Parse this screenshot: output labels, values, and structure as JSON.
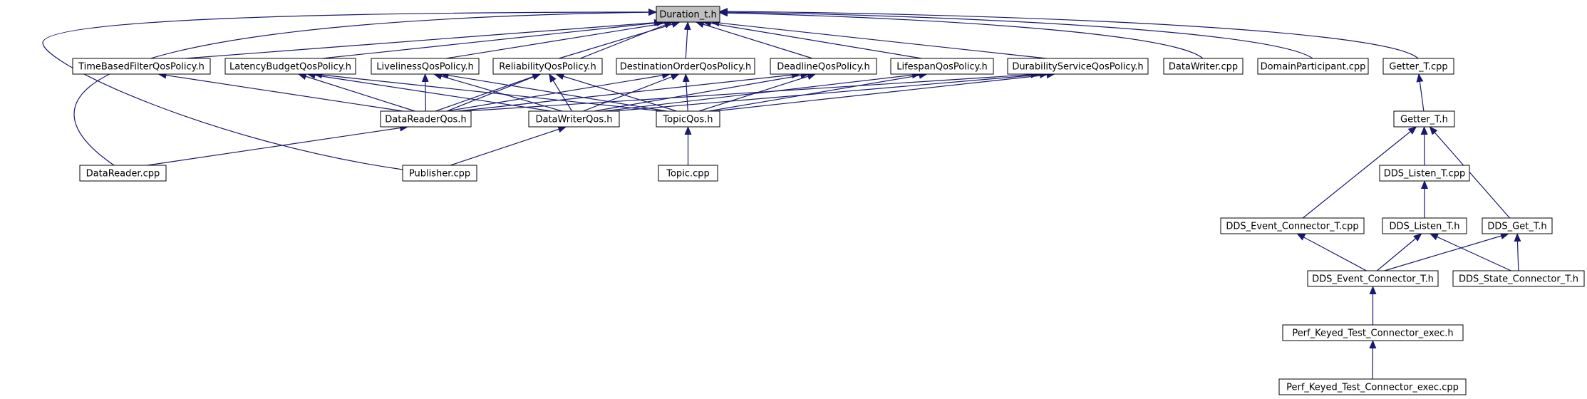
{
  "graph": {
    "title": "Duration_t.h",
    "colors": {
      "edge": "#191970",
      "root_fill": "#bfbfbf",
      "node_fill": "#ffffff",
      "node_border": "#000000"
    },
    "nodes": [
      {
        "id": "duration_t_h",
        "label": "Duration_t.h",
        "root": true
      },
      {
        "id": "time_based_filter",
        "label": "TimeBasedFilterQosPolicy.h"
      },
      {
        "id": "latency_budget",
        "label": "LatencyBudgetQosPolicy.h"
      },
      {
        "id": "liveliness",
        "label": "LivelinessQosPolicy.h"
      },
      {
        "id": "reliability",
        "label": "ReliabilityQosPolicy.h"
      },
      {
        "id": "destination_order",
        "label": "DestinationOrderQosPolicy.h"
      },
      {
        "id": "deadline",
        "label": "DeadlineQosPolicy.h"
      },
      {
        "id": "lifespan",
        "label": "LifespanQosPolicy.h"
      },
      {
        "id": "durability_service",
        "label": "DurabilityServiceQosPolicy.h"
      },
      {
        "id": "data_writer_cpp",
        "label": "DataWriter.cpp"
      },
      {
        "id": "domain_participant_cpp",
        "label": "DomainParticipant.cpp"
      },
      {
        "id": "getter_t_cpp",
        "label": "Getter_T.cpp"
      },
      {
        "id": "data_reader_qos",
        "label": "DataReaderQos.h"
      },
      {
        "id": "data_writer_qos",
        "label": "DataWriterQos.h"
      },
      {
        "id": "topic_qos",
        "label": "TopicQos.h"
      },
      {
        "id": "getter_t_h",
        "label": "Getter_T.h"
      },
      {
        "id": "data_reader_cpp",
        "label": "DataReader.cpp"
      },
      {
        "id": "publisher_cpp",
        "label": "Publisher.cpp"
      },
      {
        "id": "topic_cpp",
        "label": "Topic.cpp"
      },
      {
        "id": "dds_listen_t_cpp",
        "label": "DDS_Listen_T.cpp"
      },
      {
        "id": "dds_event_connector_t_cpp",
        "label": "DDS_Event_Connector_T.cpp"
      },
      {
        "id": "dds_listen_t_h",
        "label": "DDS_Listen_T.h"
      },
      {
        "id": "dds_get_t_h",
        "label": "DDS_Get_T.h"
      },
      {
        "id": "dds_event_connector_t_h",
        "label": "DDS_Event_Connector_T.h"
      },
      {
        "id": "dds_state_connector_t_h",
        "label": "DDS_State_Connector_T.h"
      },
      {
        "id": "perf_keyed_exec_h",
        "label": "Perf_Keyed_Test_Connector_exec.h"
      },
      {
        "id": "perf_keyed_exec_cpp",
        "label": "Perf_Keyed_Test_Connector_exec.cpp"
      }
    ],
    "edges": [
      {
        "from": "time_based_filter",
        "to": "duration_t_h"
      },
      {
        "from": "latency_budget",
        "to": "duration_t_h"
      },
      {
        "from": "liveliness",
        "to": "duration_t_h"
      },
      {
        "from": "reliability",
        "to": "duration_t_h"
      },
      {
        "from": "destination_order",
        "to": "duration_t_h"
      },
      {
        "from": "deadline",
        "to": "duration_t_h"
      },
      {
        "from": "lifespan",
        "to": "duration_t_h"
      },
      {
        "from": "durability_service",
        "to": "duration_t_h"
      },
      {
        "from": "data_writer_cpp",
        "to": "duration_t_h"
      },
      {
        "from": "domain_participant_cpp",
        "to": "duration_t_h"
      },
      {
        "from": "getter_t_cpp",
        "to": "duration_t_h"
      },
      {
        "from": "data_reader_qos",
        "to": "duration_t_h"
      },
      {
        "from": "data_reader_cpp",
        "to": "duration_t_h"
      },
      {
        "from": "publisher_cpp",
        "to": "duration_t_h"
      },
      {
        "from": "data_reader_qos",
        "to": "time_based_filter"
      },
      {
        "from": "data_reader_qos",
        "to": "latency_budget"
      },
      {
        "from": "data_reader_qos",
        "to": "liveliness"
      },
      {
        "from": "data_reader_qos",
        "to": "reliability"
      },
      {
        "from": "data_reader_qos",
        "to": "destination_order"
      },
      {
        "from": "data_reader_qos",
        "to": "deadline"
      },
      {
        "from": "data_reader_qos",
        "to": "durability_service"
      },
      {
        "from": "data_writer_qos",
        "to": "latency_budget"
      },
      {
        "from": "data_writer_qos",
        "to": "liveliness"
      },
      {
        "from": "data_writer_qos",
        "to": "reliability"
      },
      {
        "from": "data_writer_qos",
        "to": "destination_order"
      },
      {
        "from": "data_writer_qos",
        "to": "deadline"
      },
      {
        "from": "data_writer_qos",
        "to": "lifespan"
      },
      {
        "from": "data_writer_qos",
        "to": "durability_service"
      },
      {
        "from": "topic_qos",
        "to": "latency_budget"
      },
      {
        "from": "topic_qos",
        "to": "liveliness"
      },
      {
        "from": "topic_qos",
        "to": "reliability"
      },
      {
        "from": "topic_qos",
        "to": "destination_order"
      },
      {
        "from": "topic_qos",
        "to": "deadline"
      },
      {
        "from": "topic_qos",
        "to": "lifespan"
      },
      {
        "from": "topic_qos",
        "to": "durability_service"
      },
      {
        "from": "data_reader_cpp",
        "to": "data_reader_qos"
      },
      {
        "from": "publisher_cpp",
        "to": "data_writer_qos"
      },
      {
        "from": "topic_cpp",
        "to": "topic_qos"
      },
      {
        "from": "getter_t_h",
        "to": "getter_t_cpp"
      },
      {
        "from": "dds_listen_t_cpp",
        "to": "getter_t_h"
      },
      {
        "from": "dds_event_connector_t_cpp",
        "to": "getter_t_h"
      },
      {
        "from": "dds_get_t_h",
        "to": "getter_t_h"
      },
      {
        "from": "dds_listen_t_h",
        "to": "dds_listen_t_cpp"
      },
      {
        "from": "dds_event_connector_t_h",
        "to": "dds_event_connector_t_cpp"
      },
      {
        "from": "dds_event_connector_t_h",
        "to": "dds_listen_t_h"
      },
      {
        "from": "dds_event_connector_t_h",
        "to": "dds_get_t_h"
      },
      {
        "from": "dds_state_connector_t_h",
        "to": "dds_listen_t_h"
      },
      {
        "from": "dds_state_connector_t_h",
        "to": "dds_get_t_h"
      },
      {
        "from": "perf_keyed_exec_h",
        "to": "dds_event_connector_t_h"
      },
      {
        "from": "perf_keyed_exec_cpp",
        "to": "perf_keyed_exec_h"
      }
    ]
  }
}
